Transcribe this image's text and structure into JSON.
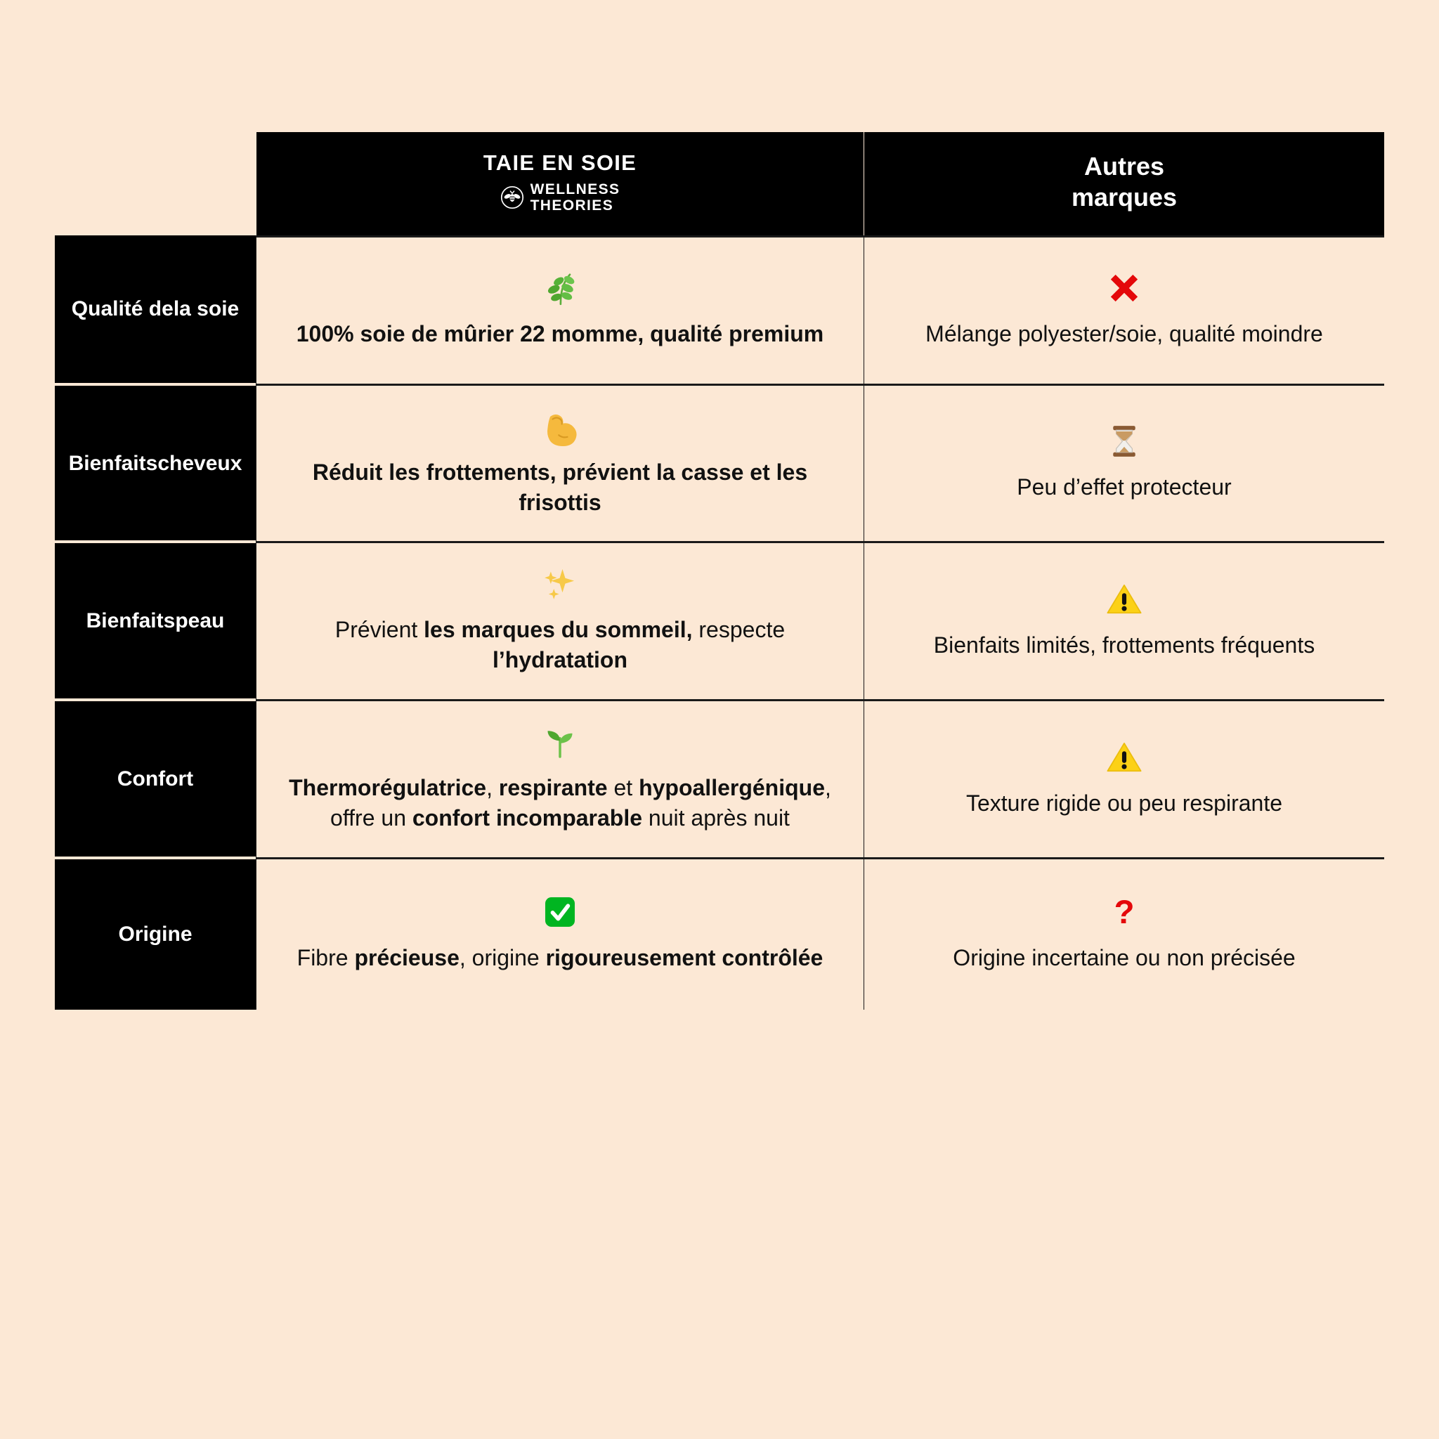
{
  "theme": {
    "background": "#FCE8D5",
    "header_bg": "#000000",
    "header_text": "#FFFFFF",
    "body_text": "#111111",
    "rule": "#1A1A1A",
    "negative": "#E31B0C",
    "positive": "#00A32A"
  },
  "header": {
    "spacer": "",
    "brand_column": {
      "title": "TAIE EN SOIE",
      "logo_icon": "bee-in-circle-icon",
      "logo_line1": "WELLNESS",
      "logo_line2": "THEORIES"
    },
    "other_column": {
      "line1": "Autres",
      "line2": "marques"
    }
  },
  "rows": [
    {
      "label": "Qualité de\nla soie",
      "label_line1": "Qualité de",
      "label_line2": "la soie",
      "brand": {
        "icon": "herb-leaf-emoji",
        "icon_glyph": "🌿",
        "text_plain": "100% soie de mûrier 22 momme, qualité premium",
        "bold": true
      },
      "other": {
        "icon": "red-cross-mark-emoji",
        "icon_glyph": "❌",
        "text_plain": "Mélange polyester/soie, qualité moindre",
        "bold": false
      }
    },
    {
      "label": "Bienfaits\ncheveux",
      "label_line1": "Bienfaits",
      "label_line2": "cheveux",
      "brand": {
        "icon": "flexed-biceps-emoji",
        "icon_glyph": "💪",
        "text_plain": "Réduit les frottements, prévient la casse et les frisottis",
        "bold": true
      },
      "other": {
        "icon": "hourglass-emoji",
        "icon_glyph": "⌛",
        "text_plain": "Peu d’effet protecteur",
        "bold": false
      }
    },
    {
      "label": "Bienfaits\npeau",
      "label_line1": "Bienfaits",
      "label_line2": "peau",
      "brand": {
        "icon": "sparkles-emoji",
        "icon_glyph": "✨",
        "text_plain": "Prévient les marques du sommeil, respecte l’hydratation",
        "rich": [
          {
            "t": "Prévient ",
            "b": false
          },
          {
            "t": "les marques du sommeil,",
            "b": true
          },
          {
            "t": " respecte ",
            "b": false
          },
          {
            "t": "l’hydratation",
            "b": true
          }
        ],
        "bold": false
      },
      "other": {
        "icon": "warning-triangle-emoji",
        "icon_glyph": "⚠️",
        "text_plain": "Bienfaits limités, frottements fréquents",
        "bold": false
      }
    },
    {
      "label": "Confort",
      "label_line1": "Confort",
      "label_line2": "",
      "brand": {
        "icon": "seedling-emoji",
        "icon_glyph": "🌱",
        "text_plain": "Thermorégulatrice, respirante et hypoallergénique, offre un confort incomparable nuit après nuit",
        "rich": [
          {
            "t": "Thermorégulatrice",
            "b": true
          },
          {
            "t": ", ",
            "b": false
          },
          {
            "t": "respirante",
            "b": true
          },
          {
            "t": " et ",
            "b": false
          },
          {
            "t": "hypoallergénique",
            "b": true
          },
          {
            "t": ", offre un ",
            "b": false
          },
          {
            "t": "confort incomparable",
            "b": true
          },
          {
            "t": " nuit après nuit",
            "b": false
          }
        ],
        "bold": false
      },
      "other": {
        "icon": "warning-triangle-emoji",
        "icon_glyph": "⚠️",
        "text_plain": "Texture rigide ou peu respirante",
        "bold": false
      }
    },
    {
      "label": "Origine",
      "label_line1": "Origine",
      "label_line2": "",
      "brand": {
        "icon": "green-check-mark-button-emoji",
        "icon_glyph": "✅",
        "text_plain": "Fibre précieuse, origine rigoureusement contrôlée",
        "rich": [
          {
            "t": "Fibre ",
            "b": false
          },
          {
            "t": "précieuse",
            "b": true
          },
          {
            "t": ", origine ",
            "b": false
          },
          {
            "t": "rigoureusement contrôlée",
            "b": true
          }
        ],
        "bold": false
      },
      "other": {
        "icon": "red-question-mark-emoji",
        "icon_glyph": "❓",
        "text_plain": "Origine incertaine ou non précisée",
        "bold": false
      }
    }
  ]
}
